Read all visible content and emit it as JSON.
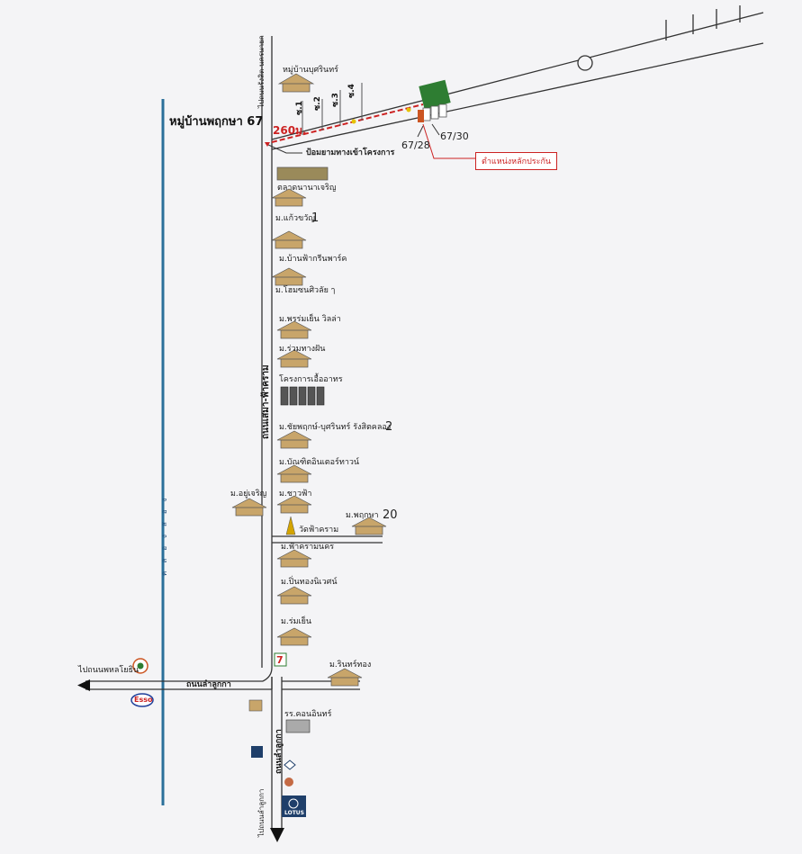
{
  "roads": {
    "main_north_label": "ไปถนนรังสิต-นครนายก",
    "main_road_label": "ถนนเสมา-ฟ้าคราม",
    "lam_lukka_label": "ถนนลำลูกกา",
    "lam_lukka_vertical_label": "ถนนลำลูกกา",
    "to_phahonyothin_label": "ไปถนนพหลโยธิน",
    "to_lam_lukka_label": "ไปถนนลำลูกกา",
    "blue_canal_label": "คลองสอง"
  },
  "project": {
    "name": "หมู่บ้านพฤกษา 67",
    "distance": "260ม.",
    "guard_label": "ป้อมยามทางเข้าโครงการ",
    "plot_a": "67/28",
    "plot_b": "67/30",
    "collateral_label": "ตำแหน่งหลักประกัน",
    "soi": [
      "ซ.1",
      "ซ.2",
      "ซ.3",
      "ซ.4"
    ]
  },
  "places": {
    "burin": "หมู่บ้านบุศรินทร์",
    "market": "ตลาดนานาเจริญ",
    "kaew_khwan": "ม.แก้วขวัญ",
    "kaew_khwan_num": "1",
    "ban_fah_green": "ม.บ้านฟ้ากรีนพาร์ค",
    "home_villa": "ม.โฮมซนศิวลัย ๅ",
    "prom_yen": "ม.พรร่มเย็น วิลล่า",
    "ruam_thang": "ม.ร่วมทางฝัน",
    "ua_arthorn": "โครงการเอื้ออาทร",
    "chai_pruek": "ม.ชัยพฤกษ์-บุศรินทร์ รังสิตคลอง",
    "chai_pruek_num": "2",
    "bandit": "ม.บัณฑิตอินเตอร์ทาวน์",
    "yu_charoen": "ม.อยู่เจริญ",
    "chao_fah": "ม.ชาวฟ้า",
    "wat": "วัดฟ้าคราม",
    "pruksa20": "ม.พฤกษา",
    "pruksa20_num": "20",
    "fah_kram": "ม.ฟ้าครามนคร",
    "pin_thong": "ม.ปิ่นทองนิเวศน์",
    "rom_yen": "ม.ร่มเย็น",
    "rin_thong": "ม.รินทร์ทอง",
    "school": "รร.คอนอินทร์",
    "esso": "Esso",
    "lotus": "LOTUS"
  },
  "colors": {
    "road": "#333333",
    "canal": "#2a6f9a",
    "project_road": "#cc2222",
    "park": "#2e7d32",
    "collateral": "#cc5522"
  }
}
